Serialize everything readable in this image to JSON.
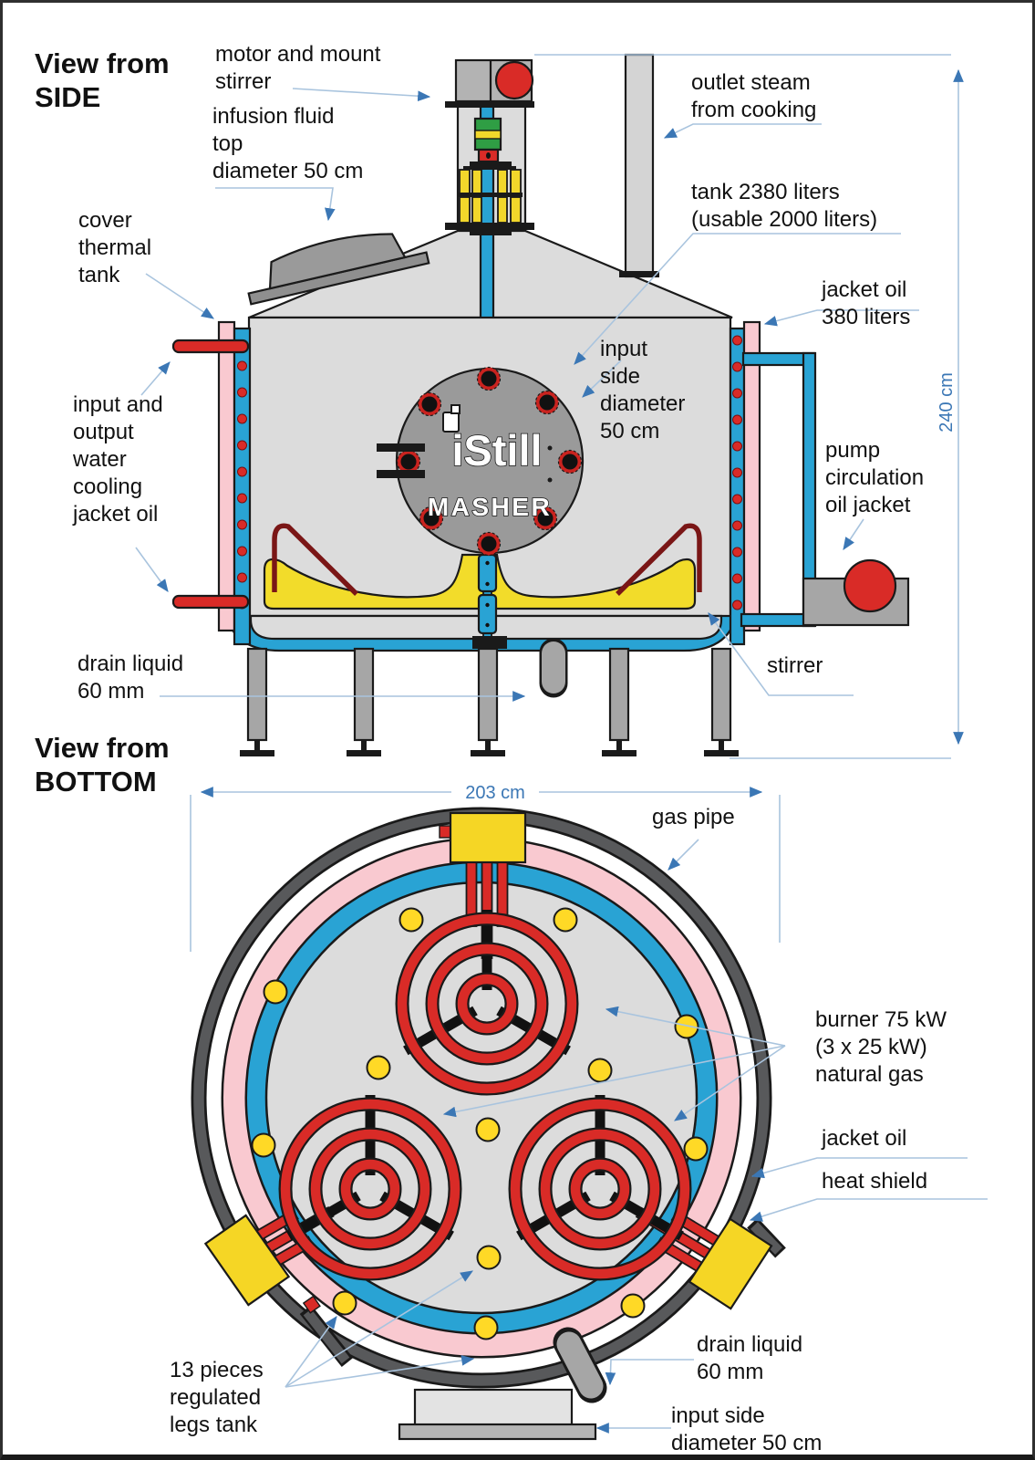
{
  "side_view": {
    "title": "View from\nSIDE",
    "labels": {
      "motor": "motor and mount\nstirrer",
      "infusion": "infusion fluid\ntop\ndiameter 50 cm",
      "cover": "cover\nthermal\ntank",
      "outlet_steam": "outlet steam\nfrom cooking",
      "tank_capacity": "tank 2380 liters\n(usable 2000 liters)",
      "jacket_oil": "jacket oil\n380 liters",
      "input_side": "input\nside\ndiameter\n50 cm",
      "water_cooling": "input and\noutput\nwater\ncooling\njacket oil",
      "pump": "pump\ncirculation\noil jacket",
      "drain": "drain liquid\n60 mm",
      "stirrer": "stirrer",
      "height_dim": "240 cm"
    },
    "logo": {
      "brand": "iStill",
      "model": "MASHER"
    }
  },
  "bottom_view": {
    "title": "View from\nBOTTOM",
    "labels": {
      "width_dim": "203 cm",
      "gas_pipe": "gas pipe",
      "burner": "burner 75 kW\n(3 x 25 kW)\nnatural gas",
      "jacket_oil": "jacket oil",
      "heat_shield": "heat shield",
      "legs": "13 pieces\nregulated\nlegs tank",
      "drain": "drain liquid\n60 mm",
      "input_side": "input side\ndiameter 50 cm"
    }
  },
  "colors": {
    "accent_blue": "#3b77b5",
    "leader_blue": "#a9c4de",
    "jacket_blue": "#29a3d4",
    "insulation_pink": "#f9c9d0",
    "heater_red": "#d92b27",
    "stirrer_yellow": "#f2dc2a",
    "tank_gray": "#dcdcdc",
    "manhole_gray": "#9a9a9a",
    "gas_pipe_gray": "#58595b"
  }
}
